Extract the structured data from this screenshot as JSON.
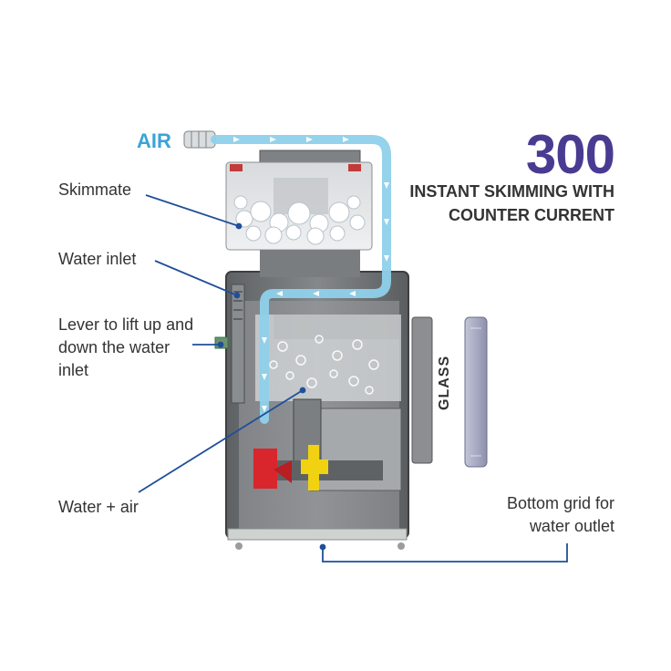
{
  "labels": {
    "air": "AIR",
    "skimmate": "Skimmate",
    "water_inlet": "Water inlet",
    "lever_line1": "Lever to lift up and",
    "lever_line2": "down the water",
    "lever_line3": "inlet",
    "water_air": "Water + air",
    "bottom_line1": "Bottom grid for",
    "bottom_line2": "water outlet",
    "glass": "GLASS"
  },
  "title": {
    "model": "300",
    "tagline_line1": "INSTANT SKIMMING WITH",
    "tagline_line2": "COUNTER CURRENT"
  },
  "colors": {
    "air_flow": "#8fd0ea",
    "leader_line": "#1f4f9a",
    "model_number": "#4a3b92",
    "impeller_red": "#d9262c",
    "impeller_yellow": "#f1d212",
    "body_gray": "#6e7173",
    "glass_panel": "#a9acc4"
  }
}
